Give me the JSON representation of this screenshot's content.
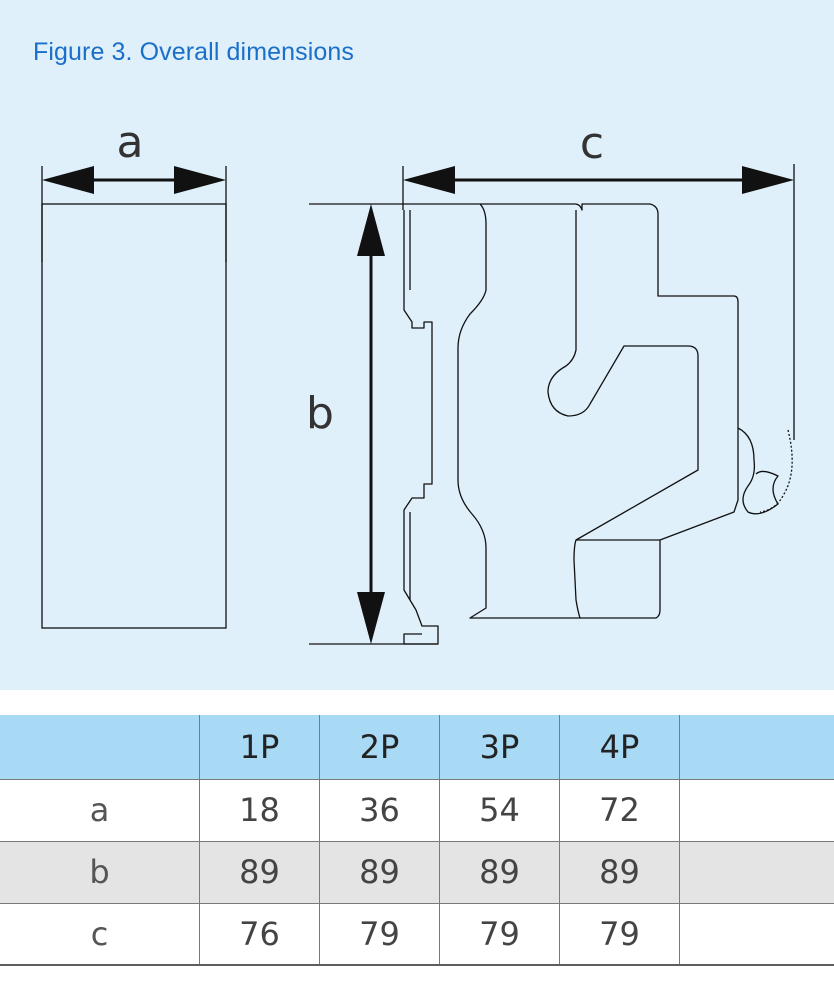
{
  "figure": {
    "title": "Figure 3. Overall dimensions",
    "labels": {
      "a": "a",
      "b": "b",
      "c": "c"
    }
  },
  "colors": {
    "panel_background": "#dff0fb",
    "title_text": "#1a6fc9",
    "table_header": "#a8d9f5",
    "table_alt_row": "#e4e4e4"
  },
  "table": {
    "columns": [
      "",
      "1P",
      "2P",
      "3P",
      "4P",
      ""
    ],
    "rows": [
      {
        "label": "a",
        "values": [
          "18",
          "36",
          "54",
          "72"
        ]
      },
      {
        "label": "b",
        "values": [
          "89",
          "89",
          "89",
          "89"
        ]
      },
      {
        "label": "c",
        "values": [
          "76",
          "79",
          "79",
          "79"
        ]
      }
    ]
  }
}
